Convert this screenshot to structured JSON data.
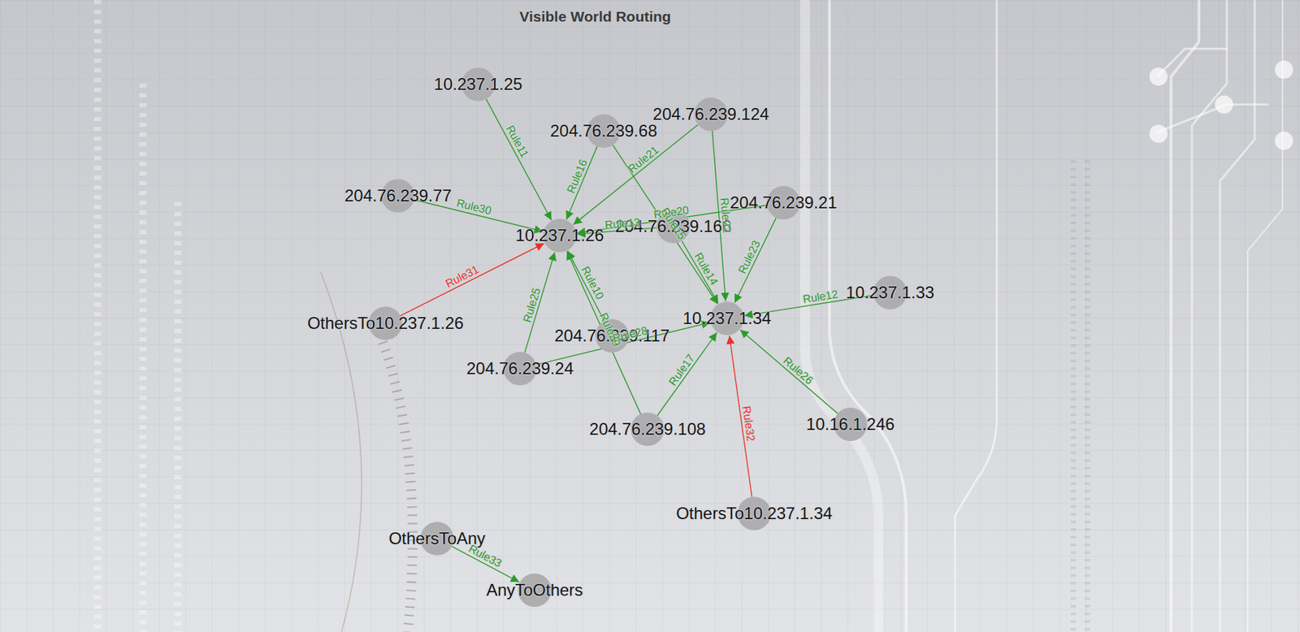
{
  "diagram": {
    "title": "Visible World Routing",
    "nodes": [
      {
        "text": [
          "10.237.1.25"
        ]
      },
      {
        "text": [
          "204.76.239.124"
        ]
      },
      {
        "text": [
          "204.76.239.68"
        ]
      },
      {
        "text": [
          "204.76.239.77"
        ]
      },
      {
        "text": [
          "204.76.239.21"
        ]
      },
      {
        "text": [
          "204.76.239.166"
        ]
      },
      {
        "text": [
          "10.237.1.26"
        ]
      },
      {
        "text": [
          "10.237.1.33"
        ]
      },
      {
        "text": [
          "10.237.1.34"
        ]
      },
      {
        "text": [
          "OthersTo10.237.1.26"
        ]
      },
      {
        "text": [
          "204.76.239.117"
        ]
      },
      {
        "text": [
          "204.76.239.24"
        ]
      },
      {
        "text": [
          "10.16.1.246"
        ]
      },
      {
        "text": [
          "204.76.239.108"
        ]
      },
      {
        "text": [
          "OthersTo10.237.1.34"
        ]
      },
      {
        "text": [
          "OthersToAny"
        ]
      },
      {
        "text": [
          "AnyToOthers"
        ]
      }
    ],
    "edges": [
      {
        "from": 0,
        "to": 6,
        "arrow": "to",
        "label": "Rule11"
      },
      {
        "from": 2,
        "to": 6,
        "arrow": "to",
        "label": "Rule16"
      },
      {
        "from": 1,
        "to": 6,
        "arrow": "to",
        "label": "Rule21"
      },
      {
        "from": 3,
        "to": 6,
        "arrow": "to",
        "label": "Rule30"
      },
      {
        "from": 5,
        "to": 6,
        "arrow": "to",
        "label": "Rule13"
      },
      {
        "from": 4,
        "to": 6,
        "arrow": "to",
        "label": "Rule20"
      },
      {
        "from": 2,
        "to": 8,
        "arrow": "to",
        "label": "Rule15"
      },
      {
        "from": 5,
        "to": 8,
        "arrow": "to",
        "label": "Rule14"
      },
      {
        "from": 1,
        "to": 8,
        "arrow": "to",
        "label": "Rule22"
      },
      {
        "from": 4,
        "to": 8,
        "arrow": "to",
        "label": "Rule23"
      },
      {
        "from": 7,
        "to": 8,
        "arrow": "to",
        "label": "Rule12"
      },
      {
        "from": 9,
        "to": 6,
        "arrow": "to",
        "label": "Rule31"
      },
      {
        "from": 11,
        "to": 6,
        "arrow": "to",
        "label": "Rule25"
      },
      {
        "from": 10,
        "to": 6,
        "arrow": "to",
        "label": "Rule10"
      },
      {
        "from": 13,
        "to": 6,
        "arrow": "to",
        "label": "Rule29"
      },
      {
        "from": 11,
        "to": 8,
        "arrow": "to",
        "label": "Rule28"
      },
      {
        "from": 13,
        "to": 8,
        "arrow": "to",
        "label": "Rule17"
      },
      {
        "from": 12,
        "to": 8,
        "arrow": "to",
        "label": "Rule26"
      },
      {
        "from": 14,
        "to": 8,
        "arrow": "to",
        "label": "Rule32"
      },
      {
        "from": 15,
        "to": 16,
        "arrow": "to",
        "label": "Rule33"
      }
    ]
  }
}
